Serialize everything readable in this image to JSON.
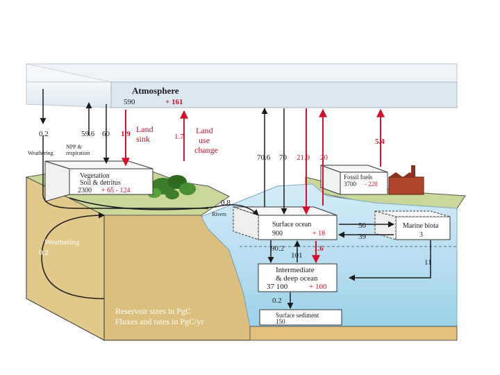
{
  "atmosphere": {
    "title": "Atmosphere",
    "value": "590",
    "change": "+ 161"
  },
  "vegetation": {
    "title": "Vegetation",
    "subtitle": "Soil & detritus",
    "value": "2300",
    "change": "+ 65 - 124"
  },
  "fossil_fuels": {
    "title": "Fossil fuels",
    "value": "3700",
    "change": "- 220"
  },
  "surface_ocean": {
    "title": "Surface ocean",
    "value": "900",
    "change": "+ 18"
  },
  "marine_biota": {
    "title": "Marine biota",
    "value": "3"
  },
  "deep_ocean": {
    "title_line1": "Intermediate",
    "title_line2": "& deep ocean",
    "value": "37 100",
    "change": "+ 100"
  },
  "surface_sediment": {
    "title": "Surface sediment",
    "value": "150"
  },
  "land_sink": {
    "line1": "Land",
    "line2": "sink",
    "value": "1.9"
  },
  "land_use_change": {
    "line1": "Land",
    "line2": "use",
    "line3": "change",
    "value": "1.7"
  },
  "fluxes": {
    "weathering_top": "0.2",
    "npp_respiration": "59.6",
    "npp_label_line1": "NPP &",
    "npp_label_line2": "respiration",
    "weathering_label": "Weathering",
    "sixty": "60",
    "ocean_up": "70.6",
    "ocean_down": "70",
    "ocean_anthro_down": "21.9",
    "ocean_anthro_up": "20",
    "fossil_emission": "5.4",
    "rivers_value": "0.8",
    "rivers_label": "Rivers",
    "biota_in": "50",
    "biota_out": "39",
    "deep_down": "90.2",
    "deep_up": "101",
    "deep_anthro": "1.6",
    "biota_sink": "11",
    "sediment": "0.2",
    "weathering_side": "Weathering",
    "weathering_side_value": "0.2"
  },
  "legend": {
    "line1": "Reservoir sizes in PgC",
    "line2": "Fluxes and rates in PgC/yr"
  },
  "colors": {
    "red": "#d0102a",
    "water": "#a9d8ee",
    "land": "#e3c88c",
    "atmosphere": "#e6eef6"
  }
}
